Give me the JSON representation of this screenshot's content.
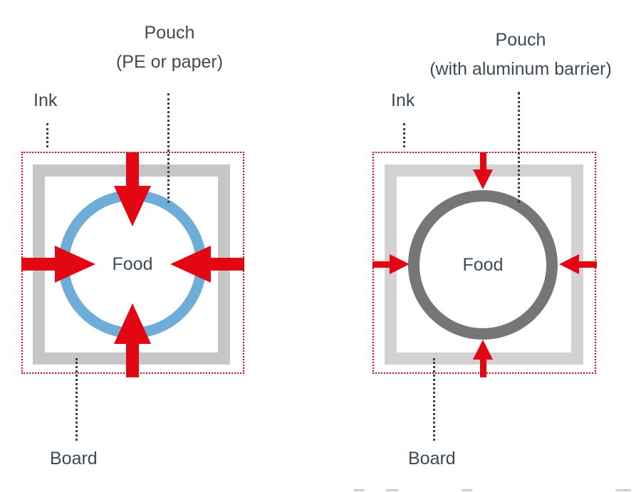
{
  "figure": {
    "type": "packaging-migration-diagram",
    "colors": {
      "background": "#ffffff",
      "arrow_red": "#e30613",
      "dotted_outline_red": "#e30613",
      "pouch_blue": "#6fadd9",
      "pouch_aluminum_gray": "#767676",
      "board_gray_left": "#c6c6c6",
      "board_gray_right": "#d2d2d2",
      "label_text": "#3d4a57",
      "leader_dots": "#3f3f3f"
    },
    "diagrams": [
      {
        "title_line1": "Pouch",
        "title_line2": "(PE or paper)",
        "ink_label": "Ink",
        "food_label": "Food",
        "board_label": "Board",
        "pouch_color": "#6fadd9",
        "migration_arrow_size": "large"
      },
      {
        "title_line1": "Pouch",
        "title_line2": "(with aluminum barrier)",
        "ink_label": "Ink",
        "food_label": "Food",
        "board_label": "Board",
        "pouch_color": "#767676",
        "migration_arrow_size": "small"
      }
    ]
  }
}
